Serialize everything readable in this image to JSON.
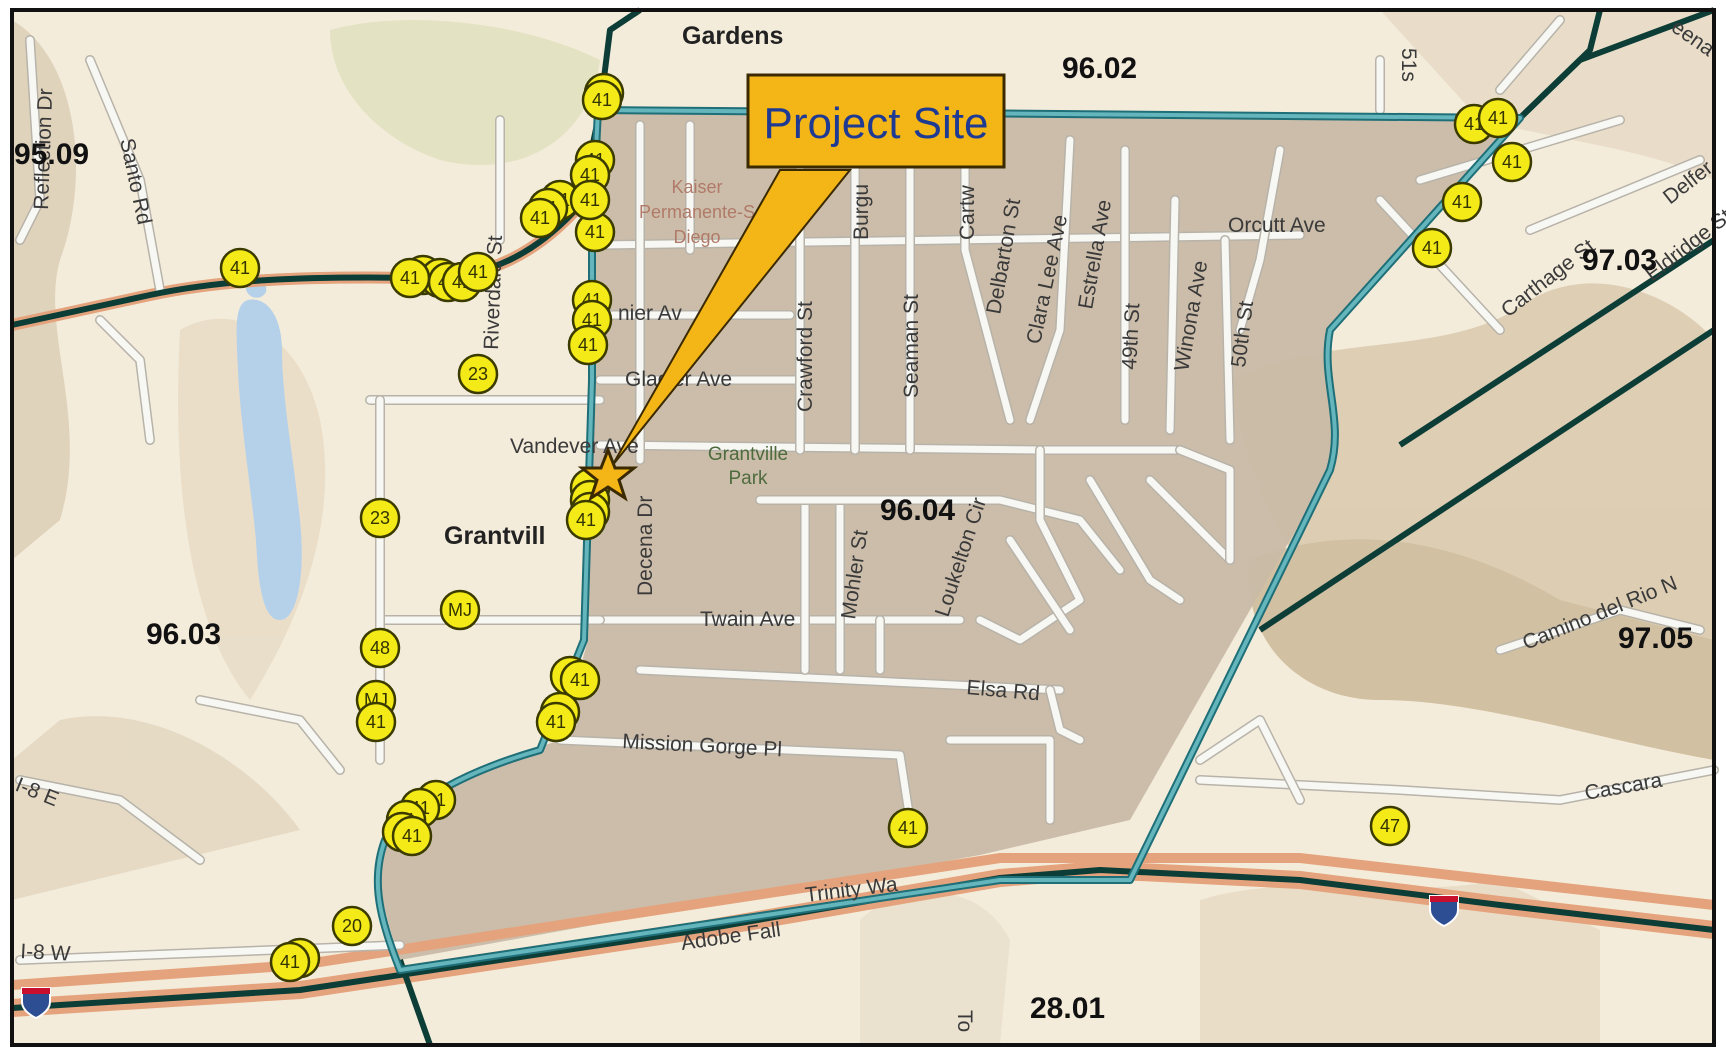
{
  "callout": {
    "label": "Project Site",
    "fill": "#f4b617",
    "stroke": "#3b2a00",
    "text_color": "#1f3a93"
  },
  "tracts": [
    {
      "label": "95.09"
    },
    {
      "label": "96.02"
    },
    {
      "label": "97.03"
    },
    {
      "label": "96.04"
    },
    {
      "label": "96.03"
    },
    {
      "label": "97.05"
    },
    {
      "label": "28.01"
    }
  ],
  "neighborhoods": {
    "gardens": "Gardens",
    "grantville": "Grantvill"
  },
  "streets": [
    "Reflection Dr",
    "Santo Rd",
    "Riverdale St",
    "nier Av",
    "Glacier Ave",
    "Vandever Ave",
    "Decena Dr",
    "Crawford St",
    "Burgu",
    "Seaman St",
    "Cartw",
    "Delbarton St",
    "Clara Lee Ave",
    "Estrella Ave",
    "49th St",
    "Winona Ave",
    "50th St",
    "Orcutt Ave",
    "Carthage St",
    "Delfer",
    "Eldridge St",
    "eena",
    "51s",
    "Mohler St",
    "Loukelton Cir",
    "Twain Ave",
    "Elsa Rd",
    "Mission Gorge Pl",
    "Trinity Wa",
    "Adobe Fall",
    "I-8 W",
    "I-8 E",
    "Camino del Rio N",
    "Cascara",
    "To"
  ],
  "pois": {
    "kaiser": [
      "Kaiser",
      "Permanente-S",
      "Diego"
    ],
    "park": [
      "Grantville",
      "Park"
    ]
  },
  "markers": [
    {
      "label": "20"
    },
    {
      "label": "41"
    },
    {
      "label": "41"
    },
    {
      "label": "41"
    },
    {
      "label": "41"
    },
    {
      "label": "41"
    },
    {
      "label": "41"
    },
    {
      "label": "41"
    },
    {
      "label": "41"
    },
    {
      "label": "41"
    },
    {
      "label": "41"
    },
    {
      "label": "41"
    },
    {
      "label": "41"
    },
    {
      "label": "23"
    },
    {
      "label": "23"
    },
    {
      "label": "MJ"
    },
    {
      "label": "48"
    },
    {
      "label": "MJ"
    },
    {
      "label": "41"
    },
    {
      "label": "41"
    },
    {
      "label": "41"
    },
    {
      "label": "41"
    },
    {
      "label": "41"
    },
    {
      "label": "41"
    },
    {
      "label": "41"
    },
    {
      "label": "20"
    },
    {
      "label": "41"
    },
    {
      "label": "41"
    },
    {
      "label": "41"
    },
    {
      "label": "41"
    },
    {
      "label": "41"
    },
    {
      "label": "41"
    },
    {
      "label": "47"
    },
    {
      "label": "41"
    },
    {
      "label": "41"
    },
    {
      "label": "41"
    },
    {
      "label": "41"
    },
    {
      "label": "41"
    },
    {
      "label": "41"
    },
    {
      "label": "41"
    },
    {
      "label": "41"
    },
    {
      "label": "41"
    },
    {
      "label": "41"
    },
    {
      "label": "41"
    },
    {
      "label": "41"
    },
    {
      "label": "41"
    },
    {
      "label": "41"
    },
    {
      "label": "41"
    }
  ],
  "colors": {
    "basemap": "#f4ecdb",
    "project_area": "#c9bba8",
    "boundary": "#64b6bc",
    "tract_line": "#0c3d36",
    "freeway": "#e4a37c",
    "marker": "#f3ea18",
    "water": "#b5d1ea"
  }
}
